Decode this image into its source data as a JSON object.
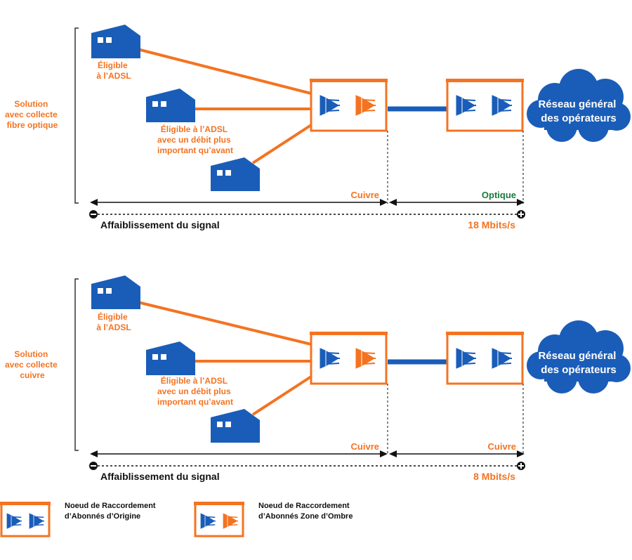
{
  "colors": {
    "orange": "#F47321",
    "blue": "#1A5DB8",
    "green": "#1A7A3C",
    "black": "#111111"
  },
  "icons": {
    "house": "house-icon",
    "cloud": "cloud-icon",
    "router": "router-icon"
  },
  "panels": [
    {
      "solution_label": [
        "Solution",
        "avec collecte",
        "fibre optique"
      ],
      "house1_label": [
        "Éligible",
        "à l’ADSL"
      ],
      "house2_label": [
        "Éligible à l’ADSL",
        "avec un débit plus",
        "important qu’avant"
      ],
      "segment_left_label": "Cuivre",
      "segment_right_label": "Optique",
      "signal_label": "Affaiblissement du signal",
      "speed": "18 Mbits/s",
      "cloud_label": [
        "Réseau général",
        "des opérateurs"
      ]
    },
    {
      "solution_label": [
        "Solution",
        "avec collecte",
        "cuivre"
      ],
      "house1_label": [
        "Éligible",
        "à l’ADSL"
      ],
      "house2_label": [
        "Éligible à l’ADSL",
        "avec un débit plus",
        "important qu’avant"
      ],
      "segment_left_label": "Cuivre",
      "segment_right_label": "Cuivre",
      "signal_label": "Affaiblissement du signal",
      "speed": "8 Mbits/s",
      "cloud_label": [
        "Réseau général",
        "des opérateurs"
      ]
    }
  ],
  "legend": [
    {
      "label": [
        "Noeud de Raccordement",
        "d’Abonnés d’Origine"
      ]
    },
    {
      "label": [
        "Noeud de Raccordement",
        "d’Abonnés Zone d’Ombre"
      ]
    }
  ]
}
